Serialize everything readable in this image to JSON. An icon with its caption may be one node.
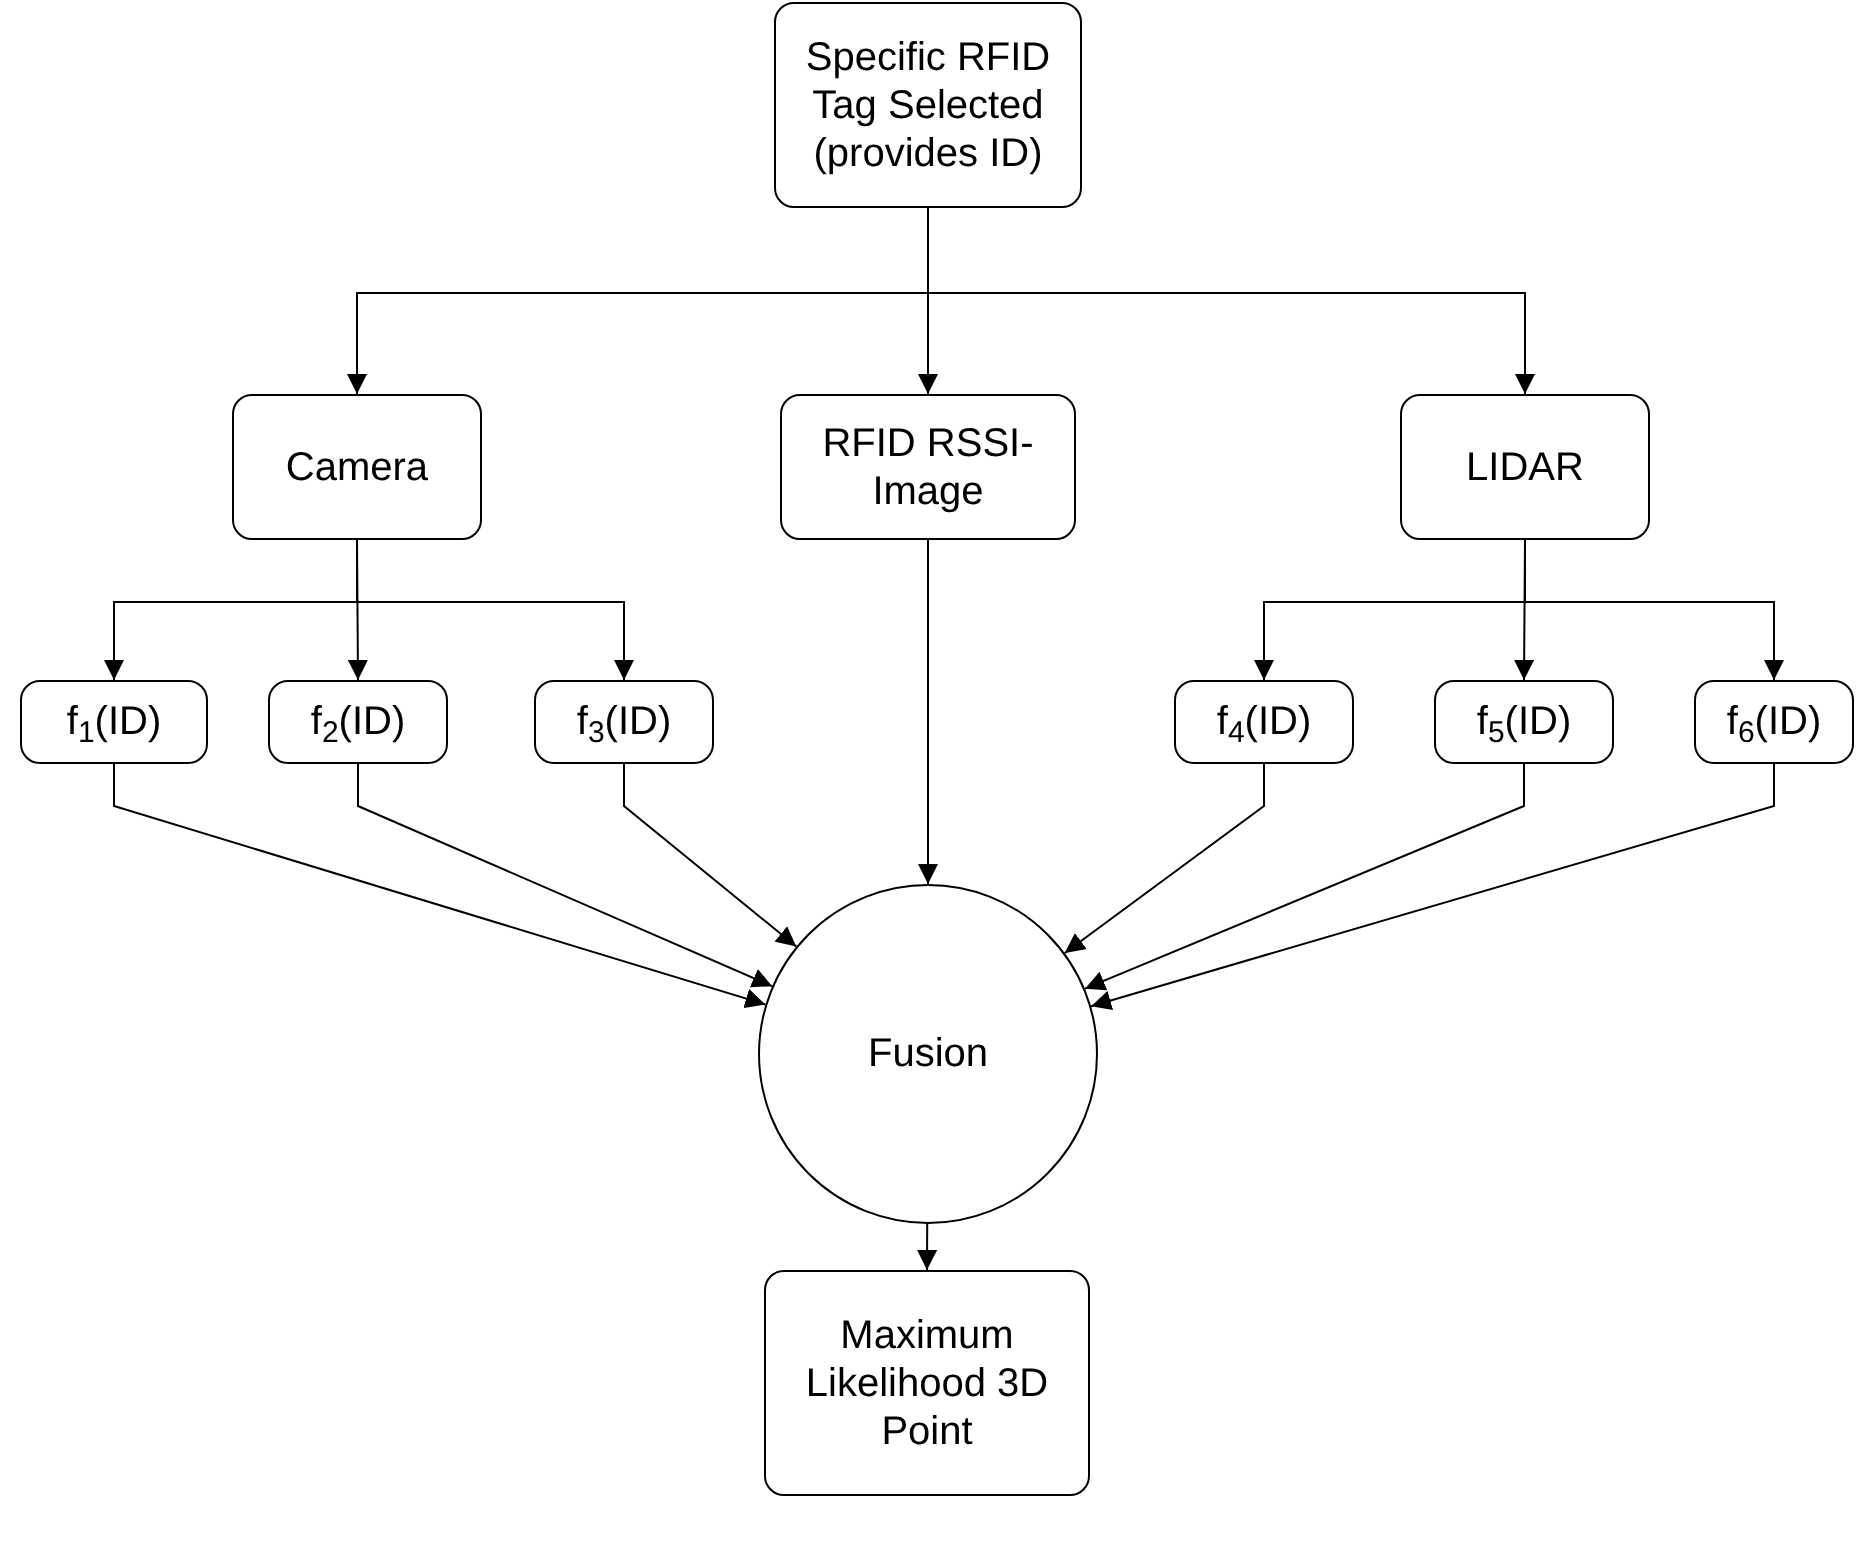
{
  "diagram": {
    "nodes": [
      {
        "text": [
          "Specific RFID Tag Selected (provides ID)"
        ]
      },
      {
        "text": [
          "Camera"
        ]
      },
      {
        "text": [
          "RFID RSSI-Image"
        ]
      },
      {
        "text": [
          "LIDAR"
        ]
      },
      {
        "text": [
          "f$_{1}$(ID)"
        ]
      },
      {
        "text": [
          "f$_{2}$(ID)"
        ]
      },
      {
        "text": [
          "f$_{3}$(ID)"
        ]
      },
      {
        "text": [
          "f$_{4}$(ID)"
        ]
      },
      {
        "text": [
          "f$_{5}$(ID)"
        ]
      },
      {
        "text": [
          "f$_{6}$(ID)"
        ]
      },
      {
        "text": [
          "Fusion"
        ]
      },
      {
        "text": [
          "Maximum Likelihood 3D Point"
        ]
      }
    ],
    "edges": [
      {
        "from": 0,
        "to": 1,
        "arrow": "to"
      },
      {
        "from": 0,
        "to": 2,
        "arrow": "to"
      },
      {
        "from": 0,
        "to": 3,
        "arrow": "to"
      },
      {
        "from": 1,
        "to": 4,
        "arrow": "to"
      },
      {
        "from": 1,
        "to": 5,
        "arrow": "to"
      },
      {
        "from": 1,
        "to": 6,
        "arrow": "to"
      },
      {
        "from": 3,
        "to": 7,
        "arrow": "to"
      },
      {
        "from": 3,
        "to": 8,
        "arrow": "to"
      },
      {
        "from": 3,
        "to": 9,
        "arrow": "to"
      },
      {
        "from": 4,
        "to": 10,
        "arrow": "to"
      },
      {
        "from": 5,
        "to": 10,
        "arrow": "to"
      },
      {
        "from": 6,
        "to": 10,
        "arrow": "to"
      },
      {
        "from": 2,
        "to": 10,
        "arrow": "to"
      },
      {
        "from": 7,
        "to": 10,
        "arrow": "to"
      },
      {
        "from": 8,
        "to": 10,
        "arrow": "to"
      },
      {
        "from": 9,
        "to": 10,
        "arrow": "to"
      },
      {
        "from": 10,
        "to": 11,
        "arrow": "to"
      }
    ]
  }
}
